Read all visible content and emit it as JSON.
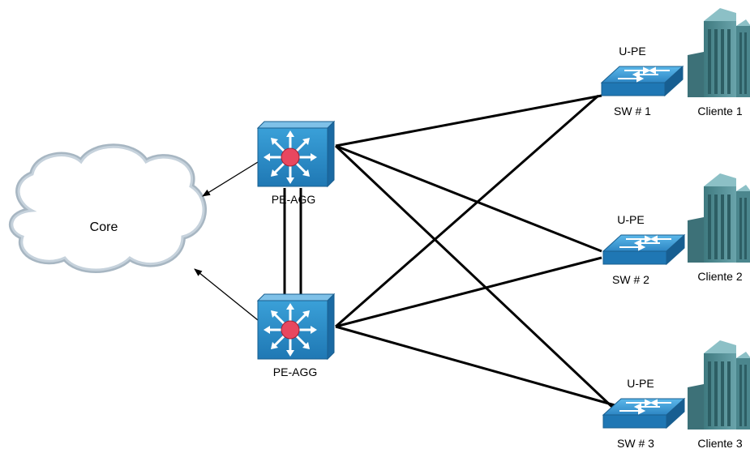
{
  "core": {
    "label": "Core"
  },
  "pe_agg": [
    {
      "label": "PE-AGG"
    },
    {
      "label": "PE-AGG"
    }
  ],
  "u_pe": [
    {
      "role": "U-PE",
      "name": "SW # 1",
      "client": "Cliente 1"
    },
    {
      "role": "U-PE",
      "name": "SW # 2",
      "client": "Cliente 2"
    },
    {
      "role": "U-PE",
      "name": "SW # 3",
      "client": "Cliente 3"
    }
  ],
  "colors": {
    "router": "#2f8fc6",
    "router_core": "#e8475f",
    "switch": "#3a9ad6",
    "building": "#5e8f96",
    "cloud": "#a7b6c2",
    "link": "#000000"
  }
}
